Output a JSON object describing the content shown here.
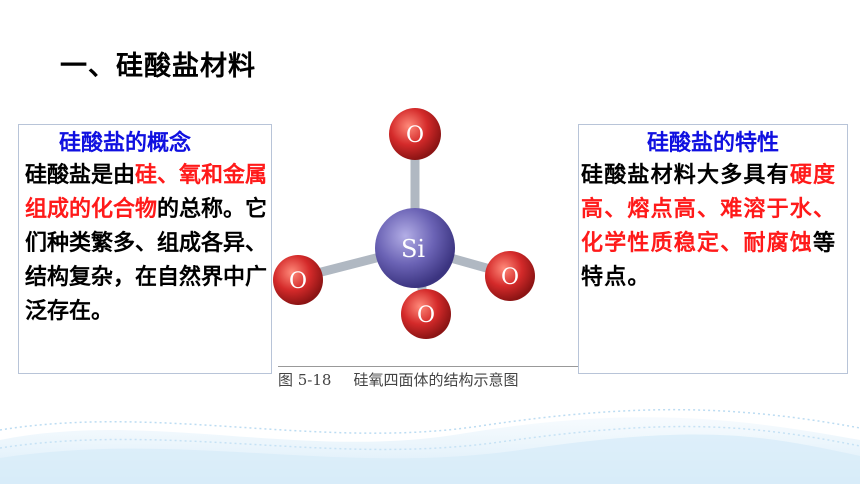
{
  "title": "一、硅酸盐材料",
  "left_box": {
    "heading": "硅酸盐的概念",
    "segments": [
      {
        "text": "硅酸盐是由",
        "red": false
      },
      {
        "text": "硅、氧和金属组成的化合物",
        "red": true
      },
      {
        "text": "的总称。它们种类繁多、组成各异、结构复杂，在自然界中广泛存在。",
        "red": false
      }
    ]
  },
  "right_box": {
    "heading": "硅酸盐的特性",
    "segments": [
      {
        "text": "硅酸盐材料大多具有",
        "red": false
      },
      {
        "text": "硬度高、熔点高、难溶于水、化学性质稳定、耐腐蚀",
        "red": true
      },
      {
        "text": "等特点。",
        "red": false
      }
    ]
  },
  "figure": {
    "center_atom": "Si",
    "outer_atom": "O",
    "caption_number": "图 5-18",
    "caption_text": "硅氧四面体的结构示意图"
  },
  "colors": {
    "heading_blue": "#1010e0",
    "highlight_red": "#ff1a1a",
    "oxygen_red": "#d42a2a",
    "silicon_purple": "#6b63b5"
  }
}
